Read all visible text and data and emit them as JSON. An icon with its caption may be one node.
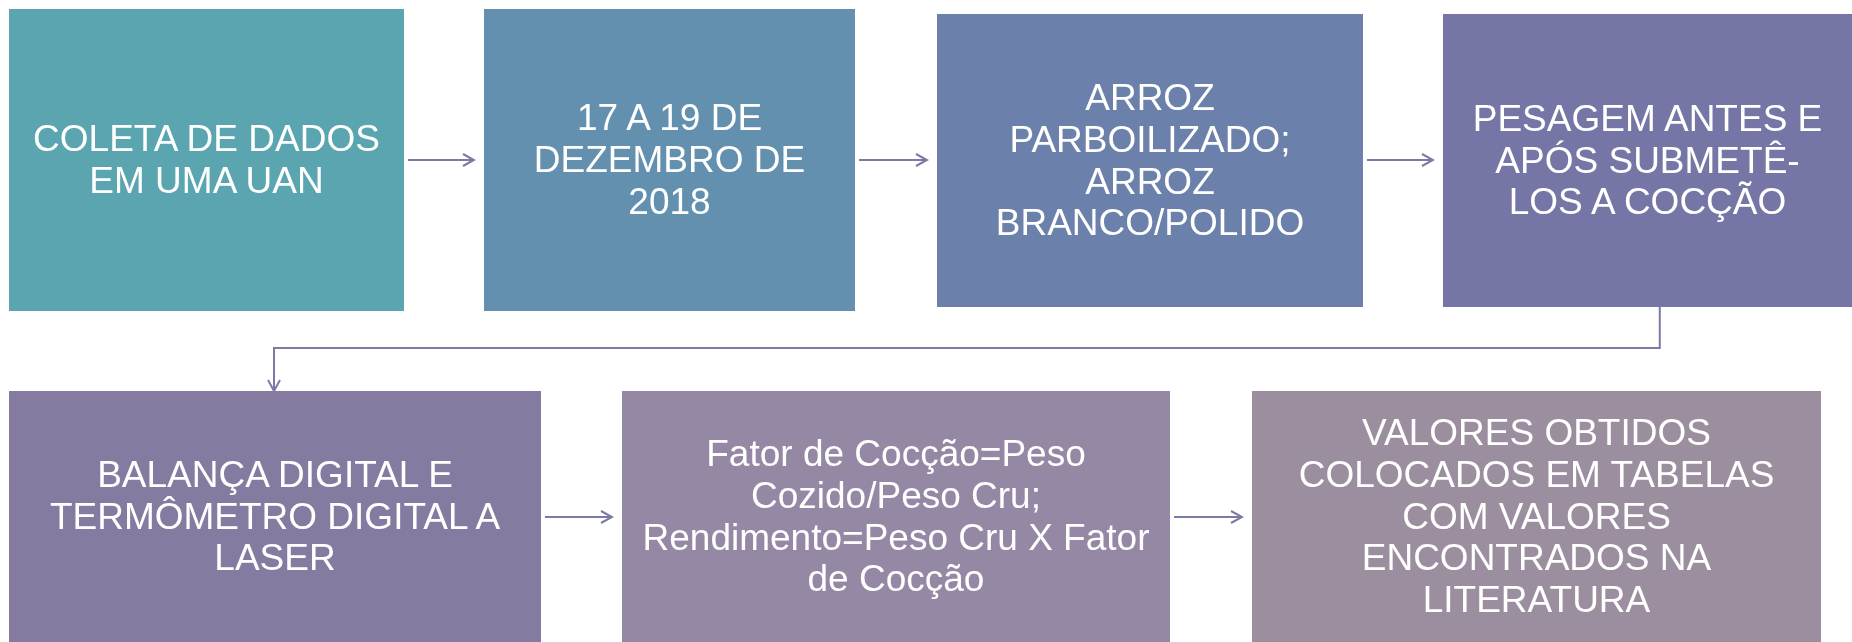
{
  "diagram": {
    "nodes": [
      {
        "text": [
          "COLETA DE DADOS EM UMA UAN"
        ]
      },
      {
        "text": [
          "17 A 19 DE DEZEMBRO DE 2018"
        ]
      },
      {
        "text": [
          "ARROZ PARBOILIZADO; ARROZ BRANCO/POLIDO"
        ]
      },
      {
        "text": [
          "PESAGEM ANTES E APÓS SUBMETÊ-LOS A COCÇÃO"
        ]
      },
      {
        "text": [
          "BALANÇA DIGITAL E TERMÔMETRO DIGITAL A LASER"
        ]
      },
      {
        "text": [
          "Fator de Cocção=Peso Cozido/Peso Cru; Rendimento=Peso Cru X Fator de Cocção"
        ]
      },
      {
        "text": [
          "VALORES OBTIDOS COLOCADOS EM TABELAS COM VALORES ENCONTRADOS NA LITERATURA"
        ]
      }
    ],
    "edges": [
      {
        "from": 0,
        "to": 1,
        "arrow": "to"
      },
      {
        "from": 1,
        "to": 2,
        "arrow": "to"
      },
      {
        "from": 2,
        "to": 3,
        "arrow": "to"
      },
      {
        "from": 3,
        "to": 4,
        "arrow": "to"
      },
      {
        "from": 4,
        "to": 5,
        "arrow": "to"
      },
      {
        "from": 5,
        "to": 6,
        "arrow": "to"
      }
    ]
  }
}
